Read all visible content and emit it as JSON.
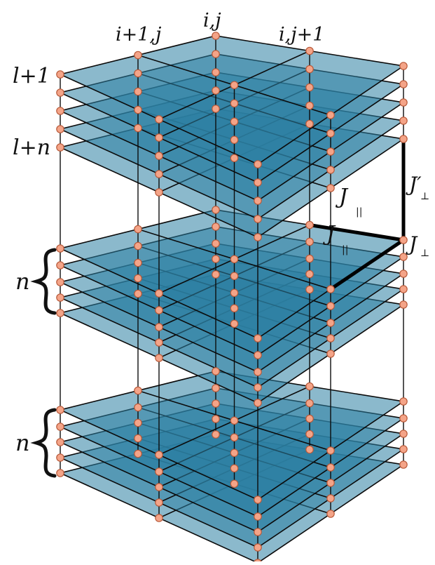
{
  "labels": {
    "site_center": "i,j",
    "site_left": "i+1,j",
    "site_right": "i,j+1",
    "layer_first": "l+1",
    "layer_nth": "l+n",
    "block_count_1": "n",
    "block_count_2": "n",
    "coupling_par_1": "J",
    "coupling_par_2": "J",
    "coupling_perp": "J",
    "coupling_perp_prime": "J′",
    "sub_par": "||",
    "sub_perp": "⊥"
  },
  "colors": {
    "plane_fill": "#2b7fa3",
    "edge": "#0b0b0b",
    "node": "#f4a488",
    "node_stroke": "#b85a3a",
    "highlight": "#000000"
  }
}
